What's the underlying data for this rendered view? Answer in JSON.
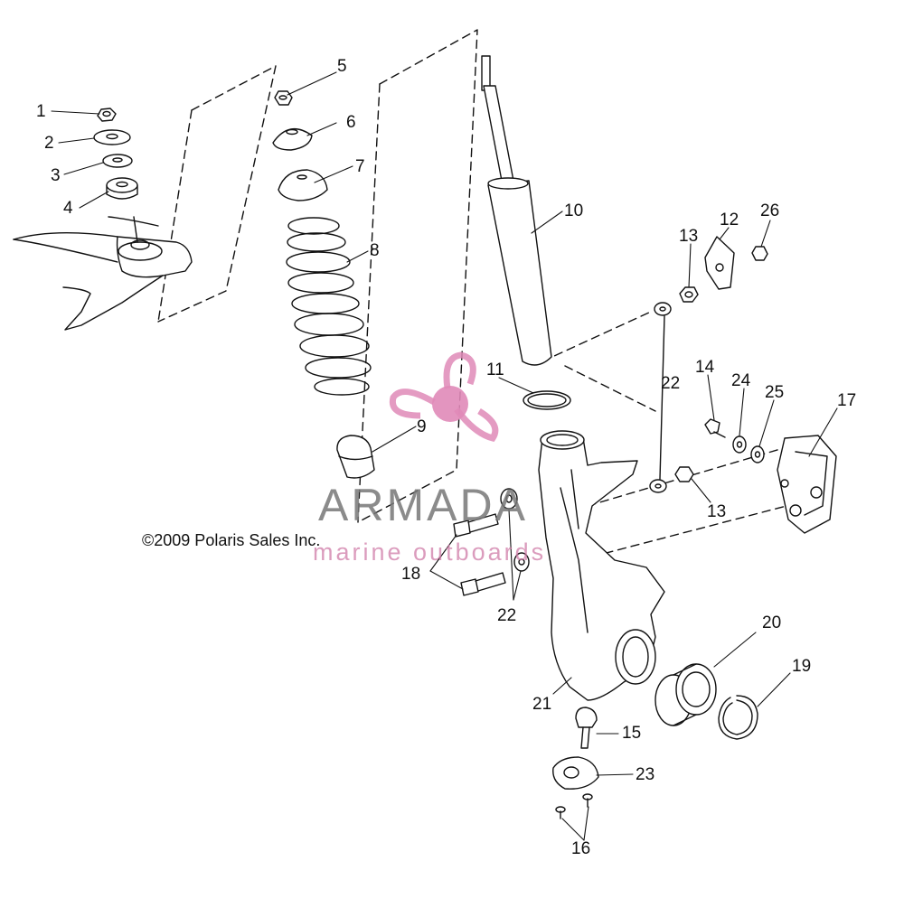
{
  "diagram": {
    "copyright": "©2009 Polaris Sales Inc.",
    "callouts": [
      "1",
      "2",
      "3",
      "4",
      "5",
      "6",
      "7",
      "8",
      "9",
      "10",
      "11",
      "12",
      "13",
      "13",
      "14",
      "15",
      "16",
      "17",
      "18",
      "19",
      "20",
      "21",
      "22",
      "22",
      "23",
      "24",
      "25",
      "26"
    ]
  },
  "watermark": {
    "brand": "ARMADA",
    "tagline": "marine outboards",
    "brand_color": "#777777",
    "accent_color": "#e08ab8"
  }
}
